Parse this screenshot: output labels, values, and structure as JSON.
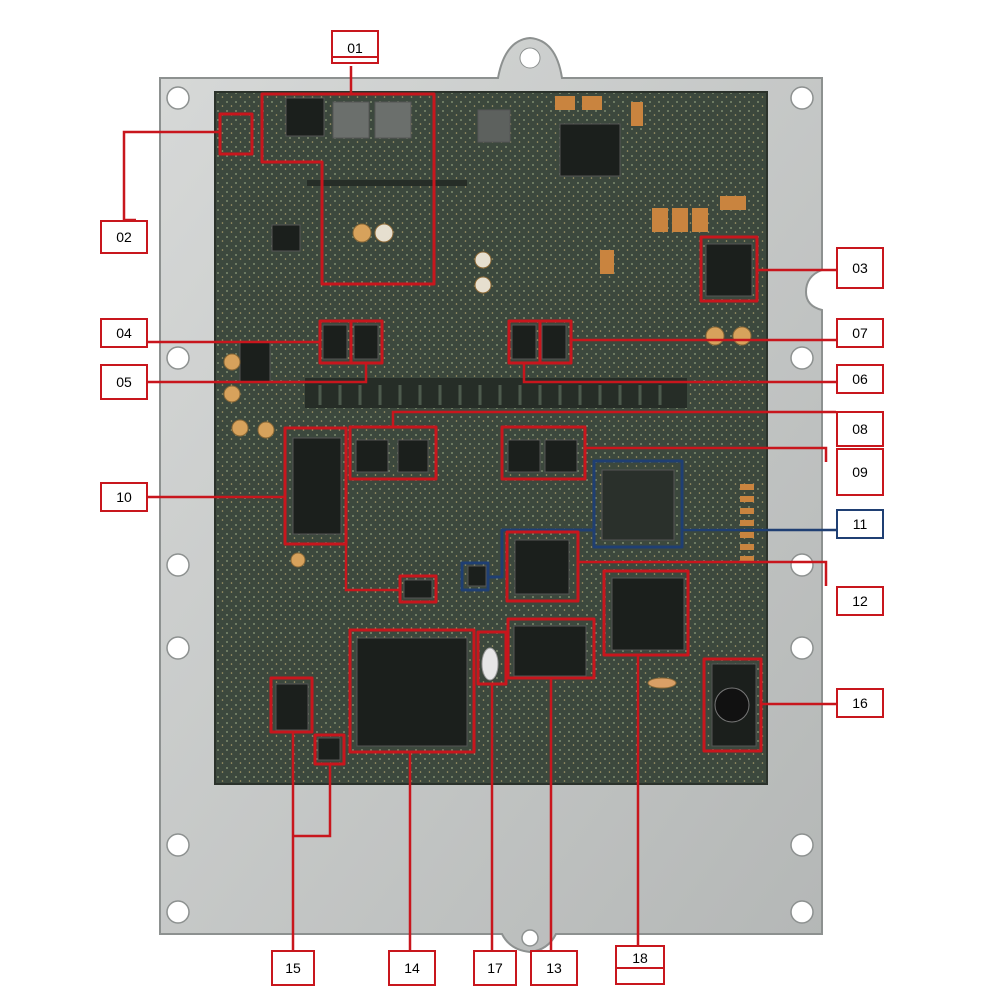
{
  "figure": "ECU circuit board component callout diagram",
  "colors": {
    "callout_red": "#c8161d",
    "callout_blue": "#1f3f73",
    "pcb_green": "#3e4a3e",
    "metal_housing": "#c9cbcb"
  },
  "callouts": [
    {
      "id": "01",
      "label": "01",
      "color": "red"
    },
    {
      "id": "02",
      "label": "02",
      "color": "red"
    },
    {
      "id": "03",
      "label": "03",
      "color": "red"
    },
    {
      "id": "04",
      "label": "04",
      "color": "red"
    },
    {
      "id": "05",
      "label": "05",
      "color": "red"
    },
    {
      "id": "06",
      "label": "06",
      "color": "red"
    },
    {
      "id": "07",
      "label": "07",
      "color": "red"
    },
    {
      "id": "08",
      "label": "08",
      "color": "red"
    },
    {
      "id": "09",
      "label": "09",
      "color": "red"
    },
    {
      "id": "10",
      "label": "10",
      "color": "red"
    },
    {
      "id": "11",
      "label": "11",
      "color": "blue"
    },
    {
      "id": "12",
      "label": "12",
      "color": "red"
    },
    {
      "id": "13",
      "label": "13",
      "color": "red"
    },
    {
      "id": "14",
      "label": "14",
      "color": "red"
    },
    {
      "id": "15",
      "label": "15",
      "color": "red"
    },
    {
      "id": "16",
      "label": "16",
      "color": "red"
    },
    {
      "id": "17",
      "label": "17",
      "color": "red"
    },
    {
      "id": "18",
      "label": "18",
      "color": "red"
    }
  ]
}
